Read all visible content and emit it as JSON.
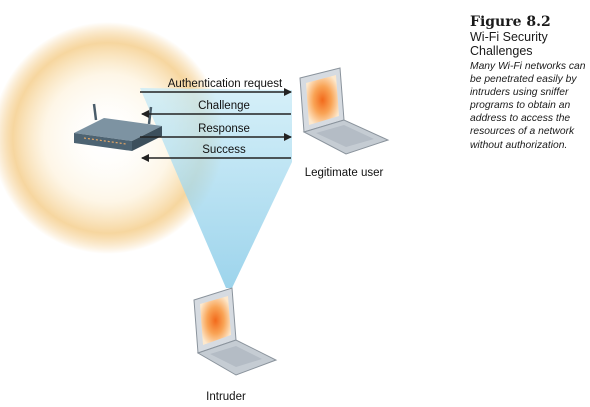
{
  "caption": {
    "figure_number": "Figure 8.2",
    "title": "Wi-Fi Security Challenges",
    "description": "Many Wi-Fi networks can be penetrated easily by intruders using sniffer programs to obtain an address to access the resources of a network without authorization."
  },
  "messages": [
    {
      "label": "Authentication request",
      "direction": "to-laptop"
    },
    {
      "label": "Challenge",
      "direction": "to-router"
    },
    {
      "label": "Response",
      "direction": "to-laptop"
    },
    {
      "label": "Success",
      "direction": "to-router"
    }
  ],
  "nodes": {
    "legitimate_user": "Legitimate user",
    "intruder": "Intruder"
  },
  "colors": {
    "coverage_glow": "#f3c57a",
    "beam": "#8fd0ec",
    "screen_glow": "#f7932a",
    "laptop_body": "#d3d8de",
    "router_body": "#5f7584",
    "arrow": "#222222"
  }
}
